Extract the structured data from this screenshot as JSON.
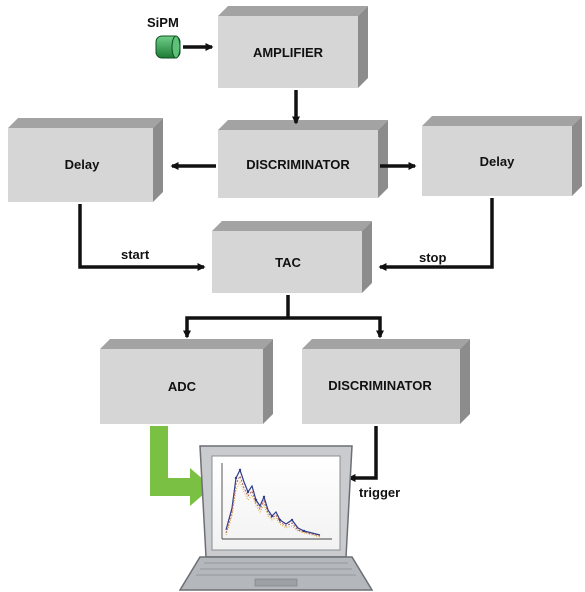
{
  "colors": {
    "block_front": "#d6d6d6",
    "block_top": "#a3a3a3",
    "block_side": "#8c8c8c",
    "arrow": "#111111",
    "data_arrow": "#7ac143",
    "sipm": "#2e9e4a"
  },
  "sensor": {
    "label": "SiPM"
  },
  "blocks": {
    "amplifier": "AMPLIFIER",
    "discriminator_main": "DISCRIMINATOR",
    "delay_left": "Delay",
    "delay_right": "Delay",
    "tac": "TAC",
    "adc": "ADC",
    "discriminator_trigger": "DISCRIMINATOR"
  },
  "signals": {
    "start": "start",
    "stop": "stop",
    "trigger": "trigger"
  },
  "icons": {
    "sensor": "sipm-sensor-icon",
    "computer": "laptop-icon",
    "screen_plot": "spectrum-plot-icon"
  }
}
